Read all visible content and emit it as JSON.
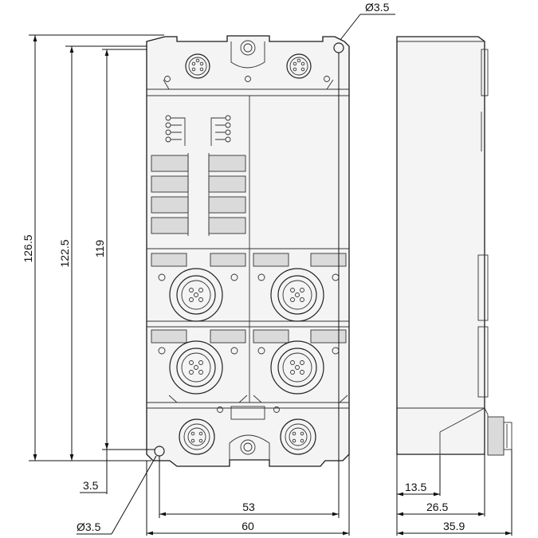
{
  "drawing": {
    "hole_top": "Ø3.5",
    "hole_bottom": "Ø3.5",
    "height_overall": "126.5",
    "height_mid": "122.5",
    "height_inner": "119",
    "offset_bottom": "3.5",
    "width_holes": "53",
    "width_overall": "60",
    "side_a": "13.5",
    "side_b": "26.5",
    "side_c": "35.9"
  }
}
